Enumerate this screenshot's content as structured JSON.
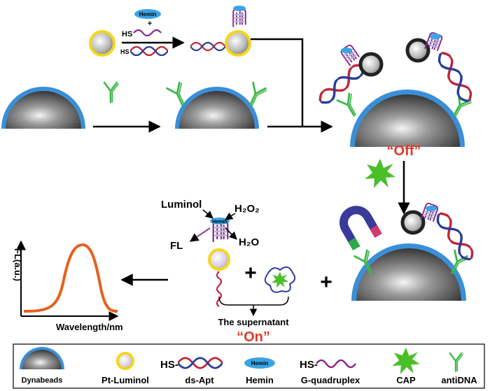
{
  "labels": {
    "hemin_small": "Hemin",
    "plus_small": "+",
    "hs_top": "HS",
    "hs_top2": "HS",
    "hemin_on_probe": "Hemin",
    "off_state": "“Off”",
    "on_state": "“On”",
    "luminol": "Luminol",
    "h2o2": "H₂O₂",
    "h2o": "H₂O",
    "fl": "FL",
    "hemin_on_detect": "Hemin",
    "plus1": "+",
    "plus2": "+",
    "supernatant": "The supernatant",
    "fl_axis": "FL(a.u.)",
    "wavelength_axis": "Wavelength/nm"
  },
  "legend": {
    "dynabeads": "Dynabeads",
    "pt_luminol": "Pt-Luminol",
    "ds_apt_hs": "HS-",
    "ds_apt": "ds-Apt",
    "hemin_tag": "Hemin",
    "hemin": "Hemin",
    "gquad_hs": "HS-",
    "gquad": "G-quadruplex",
    "cap": "CAP",
    "antidna": "antiDNA"
  },
  "colors": {
    "bead_blue": "#3a8fd8",
    "pt_yellow": "#f5d61a",
    "strand_red": "#c0263a",
    "strand_blue": "#2a3d9a",
    "gquad_purple": "#8a2a8a",
    "antibody_green": "#3db84a",
    "cap_green": "#4bbf2a",
    "state_red": "#e03a2a",
    "curve_orange": "#e8601c",
    "hemin_blue": "#3ba3e6"
  }
}
